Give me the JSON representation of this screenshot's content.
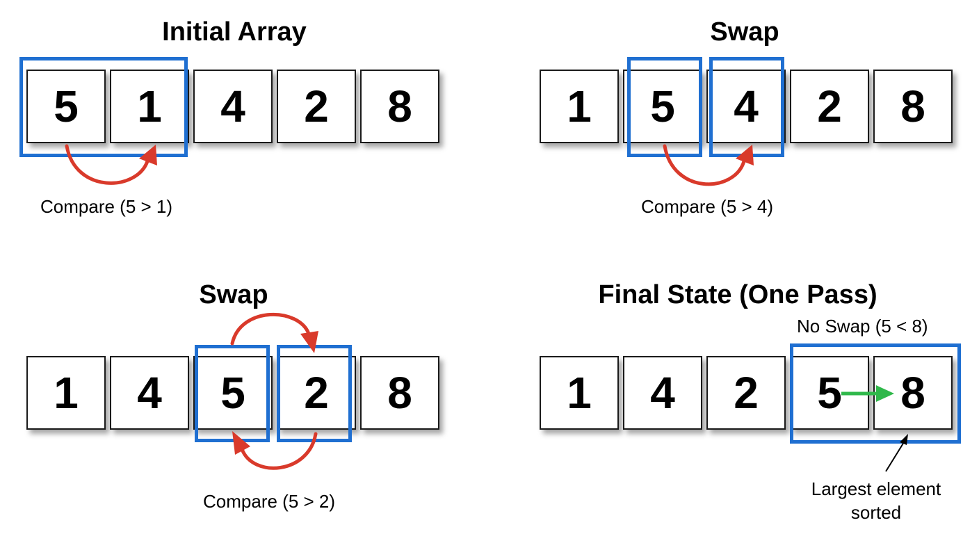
{
  "colors": {
    "highlight": "#1f6fd1",
    "compare_arrow": "#d93a2b",
    "pass_arrow": "#2fb84a",
    "cell_border": "#1a1a1a"
  },
  "panels": [
    {
      "title": "Initial Array",
      "cells": [
        "5",
        "1",
        "4",
        "2",
        "8"
      ],
      "highlighted": [
        0,
        1
      ],
      "caption": "Compare (5 > 1)"
    },
    {
      "title": "Swap",
      "cells": [
        "1",
        "5",
        "4",
        "2",
        "8"
      ],
      "highlighted": [
        1,
        2
      ],
      "caption": "Compare (5 > 4)"
    },
    {
      "title": "Swap",
      "cells": [
        "1",
        "4",
        "5",
        "2",
        "8"
      ],
      "highlighted": [
        2,
        3
      ],
      "caption": "Compare (5 > 2)"
    },
    {
      "title": "Final State (One Pass)",
      "cells": [
        "1",
        "4",
        "2",
        "5",
        "8"
      ],
      "highlighted": [
        3,
        4
      ],
      "caption_top": "No Swap (5 < 8)",
      "annotation_line1": "Largest element",
      "annotation_line2": "sorted"
    }
  ]
}
